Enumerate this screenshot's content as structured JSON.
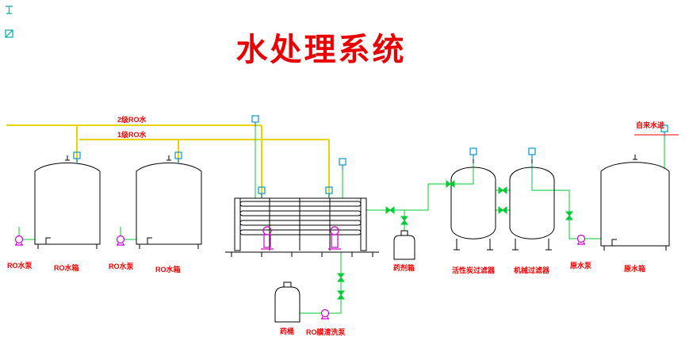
{
  "title": "水处理系统",
  "colors": {
    "pipe_green": "#00cc33",
    "pipe_yellow": "#e8d400",
    "label_red": "#ff0000",
    "title_red": "#e80000",
    "pump_magenta": "#cc00cc",
    "instrument_blue": "#0a96c8",
    "marker_teal": "#00aaaa",
    "line_black": "#000000"
  },
  "pipes": {
    "second_stage_ro": "2级RO水",
    "first_stage_ro": "1级RO水",
    "tap_water_in": "自来水进"
  },
  "equipment": {
    "ro_pump_1": "RO水泵",
    "ro_tank_1": "RO水箱",
    "ro_pump_2": "RO水泵",
    "ro_tank_2": "RO水箱",
    "dosing_tank": "药剂箱",
    "carbon_filter": "活性炭过滤器",
    "mechanical_filter": "机械过滤器",
    "raw_pump": "原水泵",
    "raw_tank": "原水箱",
    "chem_barrel": "药桶",
    "ro_membrane_cleaning_pump": "RO膜清洗泵"
  }
}
